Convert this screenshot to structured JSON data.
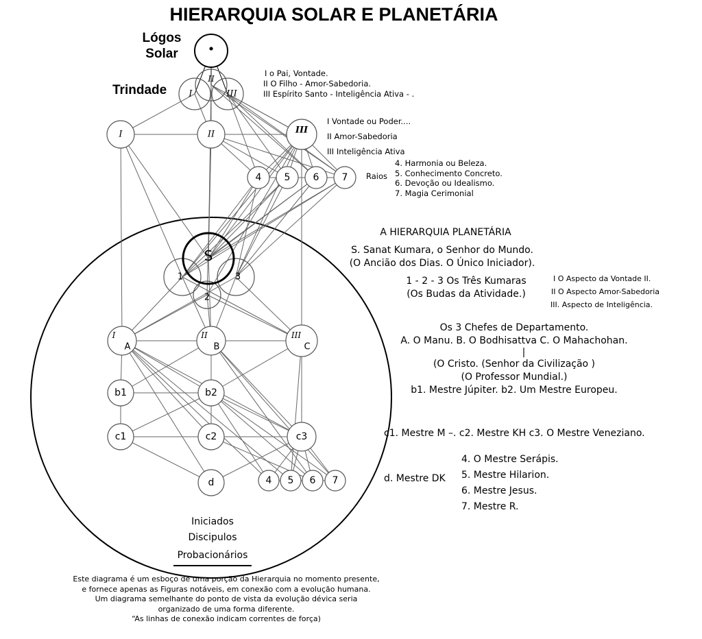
{
  "title": "HIERARQUIA SOLAR E PLANETÁRIA",
  "logos_label": [
    "Lógos",
    "Solar"
  ],
  "trinity_label": "Trindade",
  "trinity_text": [
    "I o Pai, Vontade.",
    "II O Filho - Amor-Sabedoria.",
    "III Espírito Santo - Inteligência Ativa - ."
  ],
  "aspects_text": [
    "I Vontade ou Poder....",
    "II Amor-Sabedoria",
    "III Inteligência Ativa"
  ],
  "rays_label": "Raios",
  "rays_text": [
    "4. Harmonia ou Beleza.",
    "5. Conhecimento Concreto.",
    "6. Devoção ou Idealismo.",
    "7. Magia Cerimonial"
  ],
  "planetary_title": "A HIERARQUIA PLANETÁRIA",
  "sanat_text": [
    "S. Sanat Kumara, o Senhor do Mundo.",
    "(O Ancião dos Dias.  O Único Iniciador)."
  ],
  "kumaras_text": [
    "1 - 2 - 3   Os Três Kumaras",
    "(Os Budas da Atividade.)"
  ],
  "kumara_aspects": [
    "I O Aspecto da Vontade II.",
    "II O Aspecto Amor-Sabedoria",
    "III. Aspecto de Inteligência."
  ],
  "chiefs_text": [
    "Os 3 Chefes de Departamento.",
    "A. O Manu. B. O Bodhisattva C. O Mahachohan.",
    "|",
    "(O Cristo. (Senhor da Civilização )",
    "(O Professor Mundial.)",
    "b1. Mestre Júpiter. b2. Um Mestre Europeu."
  ],
  "masters_c_text": "c1. Mestre M –. c2. Mestre KH c3. O Mestre Veneziano.",
  "master_d_text": "d. Mestre DK",
  "masters_rays_text": [
    "4. O Mestre Serápis.",
    "5. Mestre Hilarion.",
    "6. Mestre Jesus.",
    "7. Mestre R."
  ],
  "circle_levels": [
    "Iniciados",
    "Discipulos",
    "Probacionários"
  ],
  "footer": [
    "Este diagrama é um esboço de uma porção da Hierarquia no momento presente,",
    "e fornece apenas as Figuras notáveis, em conexão com a evolução humana.",
    "Um diagrama semelhante do ponto de vista da evolução dévica seria",
    "organizado de uma forma diferente.",
    "“As linhas de conexão indicam correntes de força)"
  ],
  "nodes": {
    "logos": "•",
    "trinity": [
      "I",
      "II",
      "III"
    ],
    "aspects": [
      "I",
      "II",
      "III"
    ],
    "rays_top": [
      "4",
      "5",
      "6",
      "7"
    ],
    "sanat": "S",
    "kumaras": [
      "1",
      "2",
      "3"
    ],
    "chiefs_roman": [
      "I",
      "II",
      "III"
    ],
    "chiefs_letter": [
      "A",
      "B",
      "C"
    ],
    "b_row": [
      "b1",
      "b2"
    ],
    "c_row": [
      "c1",
      "c2",
      "c3"
    ],
    "d": "d",
    "rays_bottom": [
      "4",
      "5",
      "6",
      "7"
    ]
  }
}
